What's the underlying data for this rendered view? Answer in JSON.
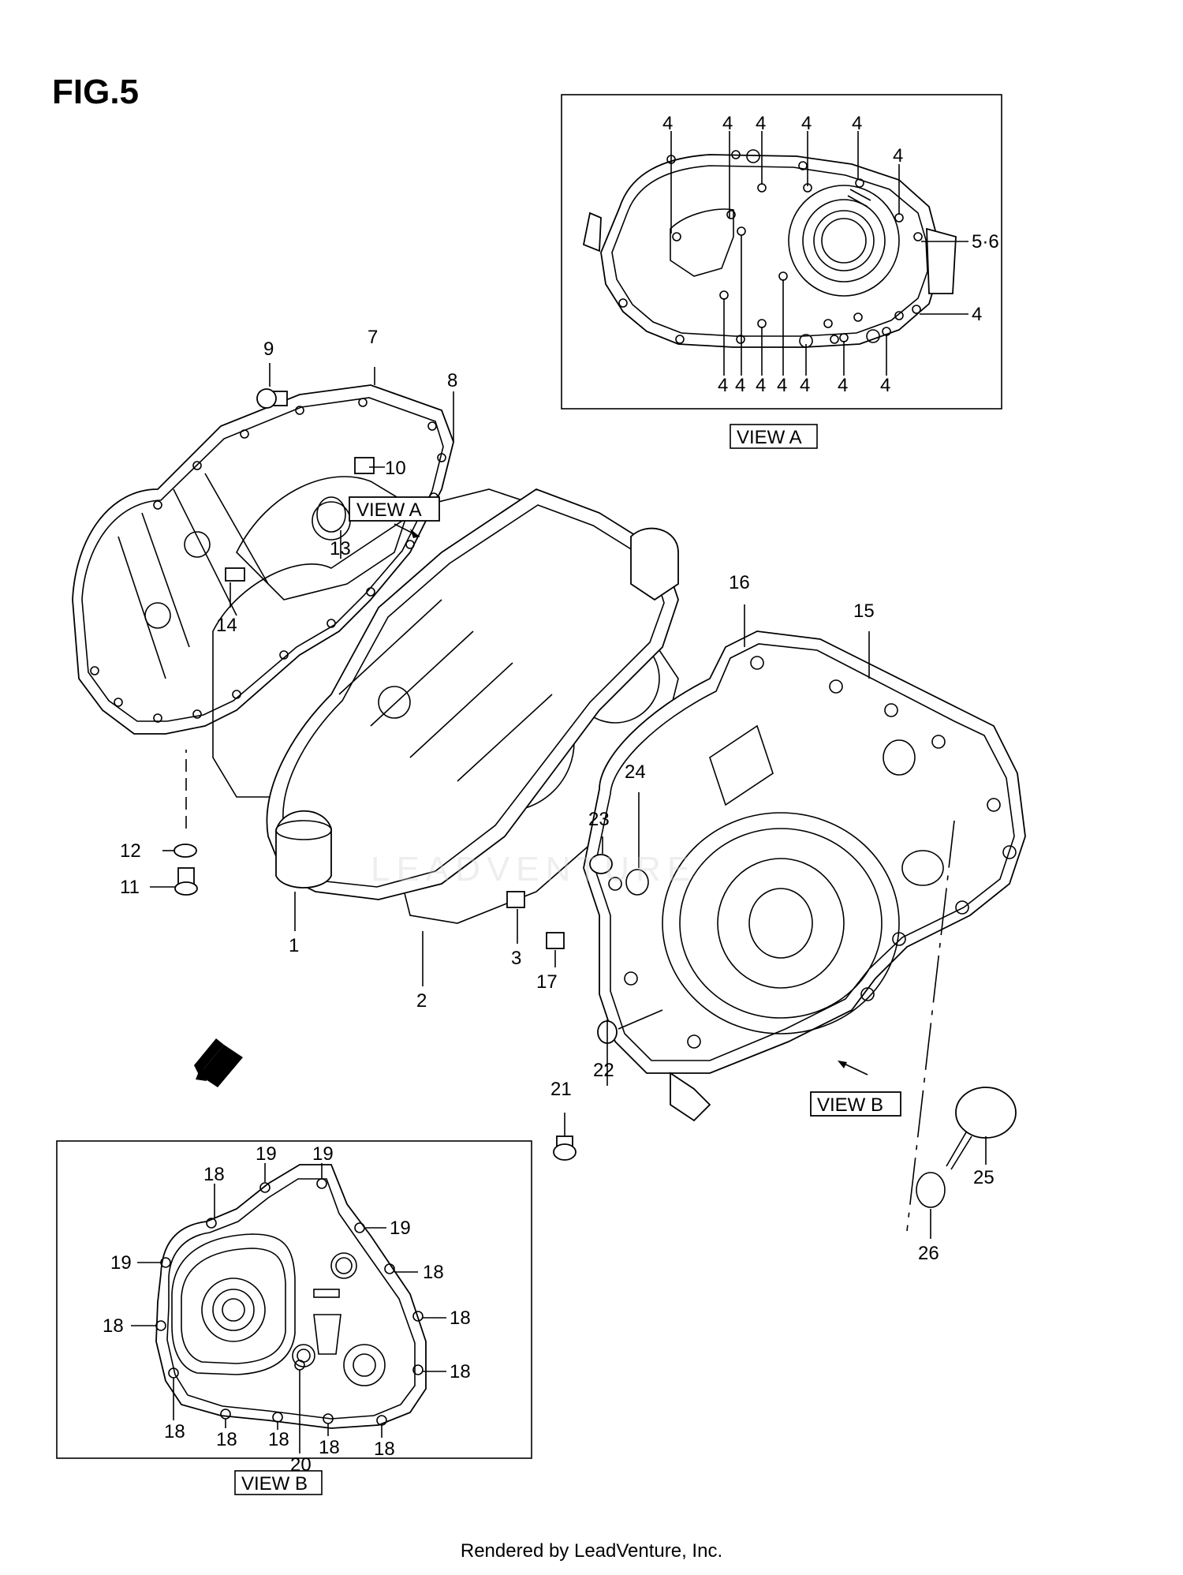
{
  "title": "FIG.5",
  "footer": "Rendered by LeadVenture, Inc.",
  "view_labels": {
    "view_a": "VIEW A",
    "view_b": "VIEW B"
  },
  "callouts": {
    "c1": "1",
    "c2": "2",
    "c3": "3",
    "c7": "7",
    "c8": "8",
    "c9": "9",
    "c10": "10",
    "c11": "11",
    "c12": "12",
    "c13": "13",
    "c14": "14",
    "c15": "15",
    "c16": "16",
    "c17": "17",
    "c21": "21",
    "c22": "22",
    "c23": "23",
    "c24": "24",
    "c25": "25",
    "c26": "26"
  },
  "view_a_callouts": {
    "top": [
      "4",
      "4",
      "4",
      "4",
      "4",
      "4"
    ],
    "right": [
      "5·6",
      "4"
    ],
    "bottom": [
      "4",
      "4",
      "4",
      "4",
      "4",
      "4",
      "4"
    ]
  },
  "view_b_callouts": {
    "top": [
      "19",
      "19",
      "18",
      "19"
    ],
    "left": [
      "19",
      "18"
    ],
    "right": [
      "18",
      "18",
      "18"
    ],
    "bottom": [
      "18",
      "18",
      "18",
      "20",
      "18",
      "18"
    ]
  }
}
